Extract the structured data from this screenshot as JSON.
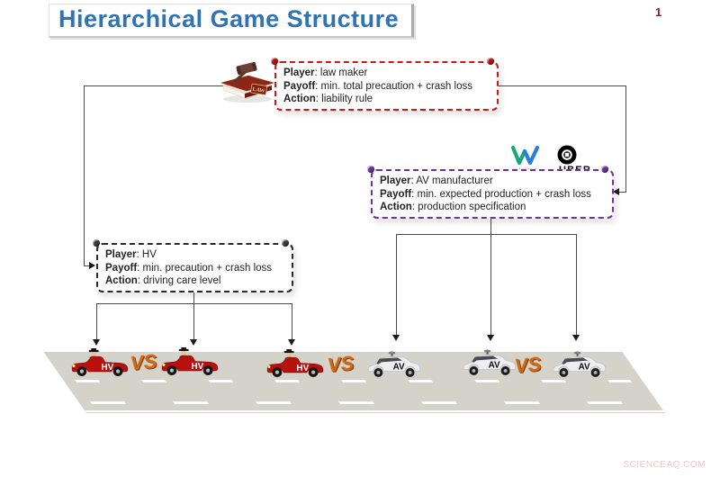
{
  "slide": {
    "title": "Hierarchical Game Structure",
    "page_number": "1",
    "watermark": "SCIENCEAQ.COM"
  },
  "law_maker_box": {
    "icon_text": "LAW",
    "lines": [
      {
        "label": "Player",
        "sep": ": ",
        "value": "law maker"
      },
      {
        "label": "Payoff",
        "sep": ": ",
        "value": "min. total precaution + crash loss"
      },
      {
        "label": "Action",
        "sep": ": ",
        "value": "liability rule"
      }
    ],
    "border_color": "#d01616"
  },
  "av_manufacturer_box": {
    "lines": [
      {
        "label": "Player",
        "sep": ": ",
        "value": "AV manufacturer"
      },
      {
        "label": "Payoff",
        "sep": ": ",
        "value": "min. expected production + crash loss"
      },
      {
        "label": "Action",
        "sep": ": ",
        "value": "production specification"
      }
    ],
    "border_color": "#7030a0",
    "logos": {
      "waymo_text": "WAYMO",
      "uber_text": "UBER"
    }
  },
  "hv_box": {
    "lines": [
      {
        "label": "Player",
        "sep": ": ",
        "value": "HV"
      },
      {
        "label": "Payoff",
        "sep": ": ",
        "value": "min. precaution + crash loss"
      },
      {
        "label": "Action",
        "sep": ": ",
        "value": "driving care level"
      }
    ],
    "border_color": "#2a2a2a"
  },
  "road": {
    "hv_car_label": "HV",
    "av_car_label": "AV",
    "vs_label": "VS",
    "hv_car_count": 3,
    "av_car_count": 3
  },
  "icons": [
    "law-book-gavel-icon",
    "waymo-logo-icon",
    "uber-logo-icon",
    "pushpin-icon",
    "hv-car-icon",
    "av-car-icon"
  ],
  "colors": {
    "title_blue": "#2e74b5",
    "law_box_red": "#d01616",
    "av_box_purple": "#7030a0",
    "hv_box_black": "#2a2a2a",
    "hv_car_red": "#b80f0f",
    "av_car_silver": "#e9eaec",
    "vs_orange": "#c96a1e",
    "road_gray": "#d5d2ca",
    "page_number_red": "#8b1f24"
  }
}
